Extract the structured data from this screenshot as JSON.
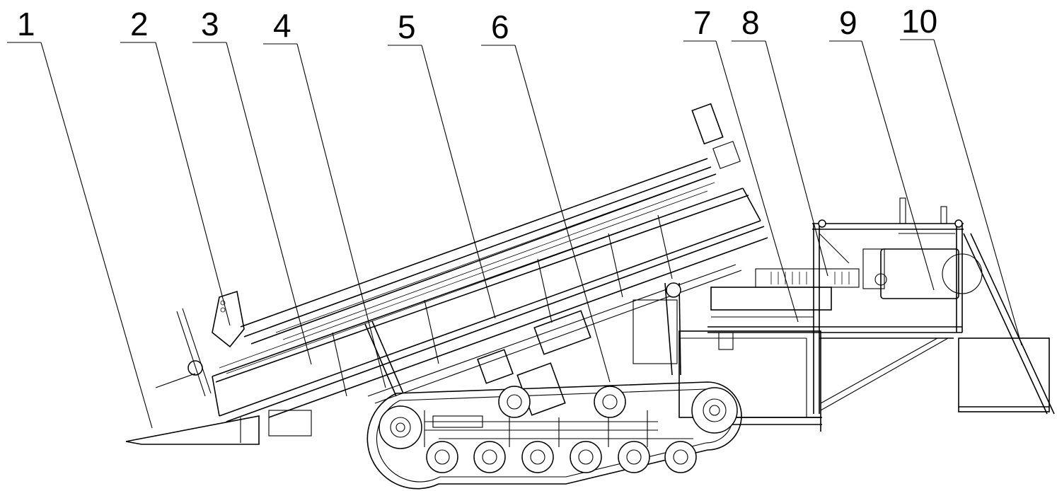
{
  "callouts": [
    {
      "label": "1"
    },
    {
      "label": "2"
    },
    {
      "label": "3"
    },
    {
      "label": "4"
    },
    {
      "label": "5"
    },
    {
      "label": "6"
    },
    {
      "label": "7"
    },
    {
      "label": "8"
    },
    {
      "label": "9"
    },
    {
      "label": "10"
    }
  ],
  "colors": {
    "line": "#000000",
    "background": "#ffffff"
  }
}
